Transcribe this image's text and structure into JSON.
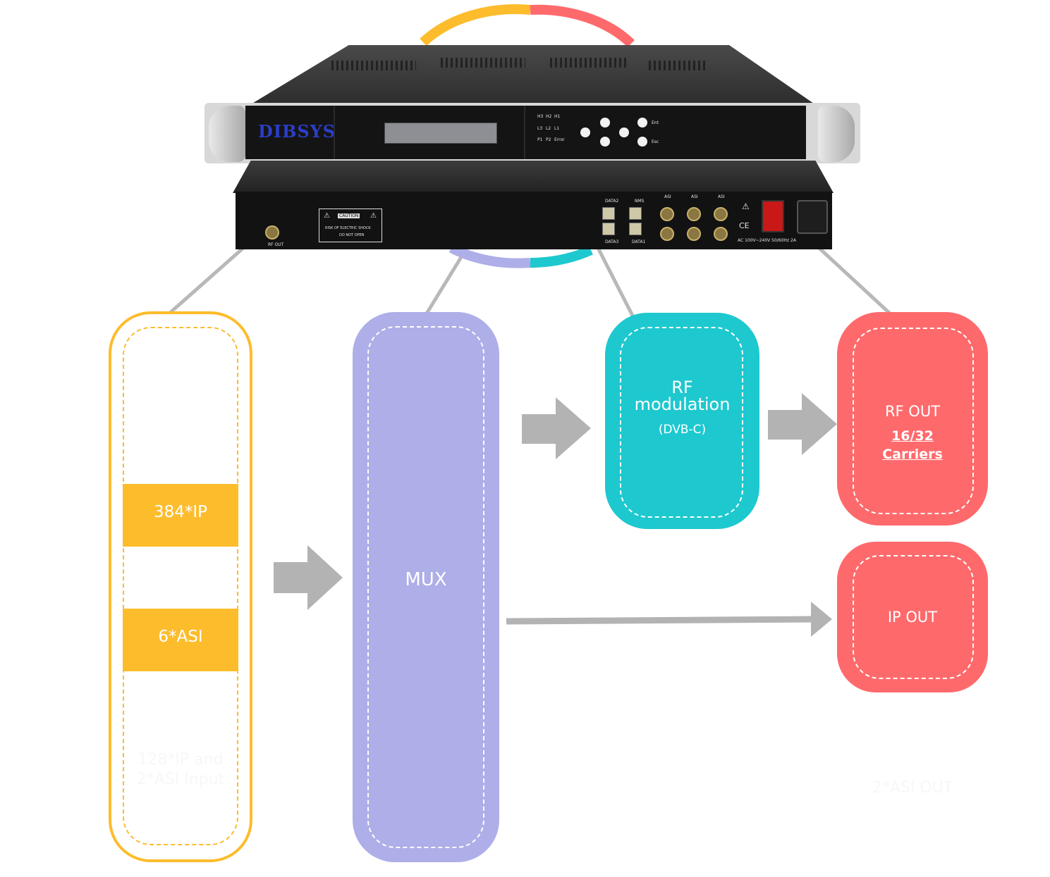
{
  "device": {
    "brand": "DIBSYS",
    "front_leds": [
      "H3",
      "H2",
      "H1",
      "L3",
      "L2",
      "L1",
      "P1",
      "P2",
      "Error"
    ],
    "front_buttons": [
      "Ent",
      "Esc"
    ],
    "rear_ports": [
      "DATA2",
      "NMS",
      "DATA3",
      "DATA1",
      "ASI",
      "ASI",
      "ASI",
      "RF OUT"
    ],
    "caution_title": "CAUTION",
    "caution_line1": "RISK OF ELECTRIC SHOCK",
    "caution_line2": "DO NOT OPEN",
    "power_label": "AC 100V~240V 50/60Hz 2A",
    "ce_mark": "CE"
  },
  "input": {
    "ip_label": "384*IP",
    "asi_label": "6*ASI",
    "faded_label_line1": "128*IP and",
    "faded_label_line2": "2*ASI Input"
  },
  "mux": {
    "label": "MUX"
  },
  "modulation": {
    "line1": "RF",
    "line2": "modulation",
    "line3": "(DVB-C)"
  },
  "rf_out": {
    "title": "RF OUT",
    "sub1": "16/32",
    "sub2": "Carriers"
  },
  "ip_out": {
    "title": "IP OUT"
  },
  "faded_asi_out": "2*ASI OUT",
  "colors": {
    "yellow": "#FDBC2C",
    "purple": "#AEAEE8",
    "teal": "#1EC8CF",
    "red": "#FE6A6C",
    "arrow_gray": "#B3B3B3",
    "line_gray": "#B8B8B8"
  }
}
